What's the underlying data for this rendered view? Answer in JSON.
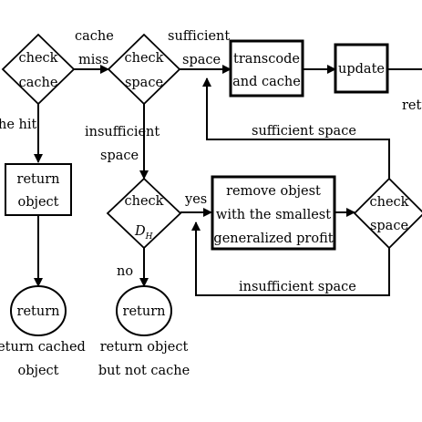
{
  "nodes": {
    "check_cache": [
      "check",
      "cache"
    ],
    "check_space_top": [
      "check",
      "space"
    ],
    "transcode": [
      "transcode",
      "and cache"
    ],
    "update": "update",
    "return_object": [
      "return",
      "object"
    ],
    "check_dh": {
      "line1": "check",
      "var": "D",
      "sub": "H"
    },
    "remove": [
      "remove objest",
      "with the smallest",
      "generalized profit"
    ],
    "check_space_right": [
      "check",
      "space"
    ],
    "return_cached": "return",
    "return_not_cache": "return"
  },
  "labels": {
    "cache_miss": [
      "cache",
      "miss"
    ],
    "sufficient_top": [
      "sufficient",
      "space"
    ],
    "hit": "he hit",
    "insufficient_left": [
      "insufficient",
      "space"
    ],
    "yes": "yes",
    "no": "no",
    "sufficient_loop": "sufficient space",
    "insufficient_loop": "insufficient space",
    "return_cached_caption": [
      "return cached",
      "object"
    ],
    "return_not_cache_caption": [
      "return object",
      "but not cache"
    ],
    "cut_right": "retu"
  }
}
